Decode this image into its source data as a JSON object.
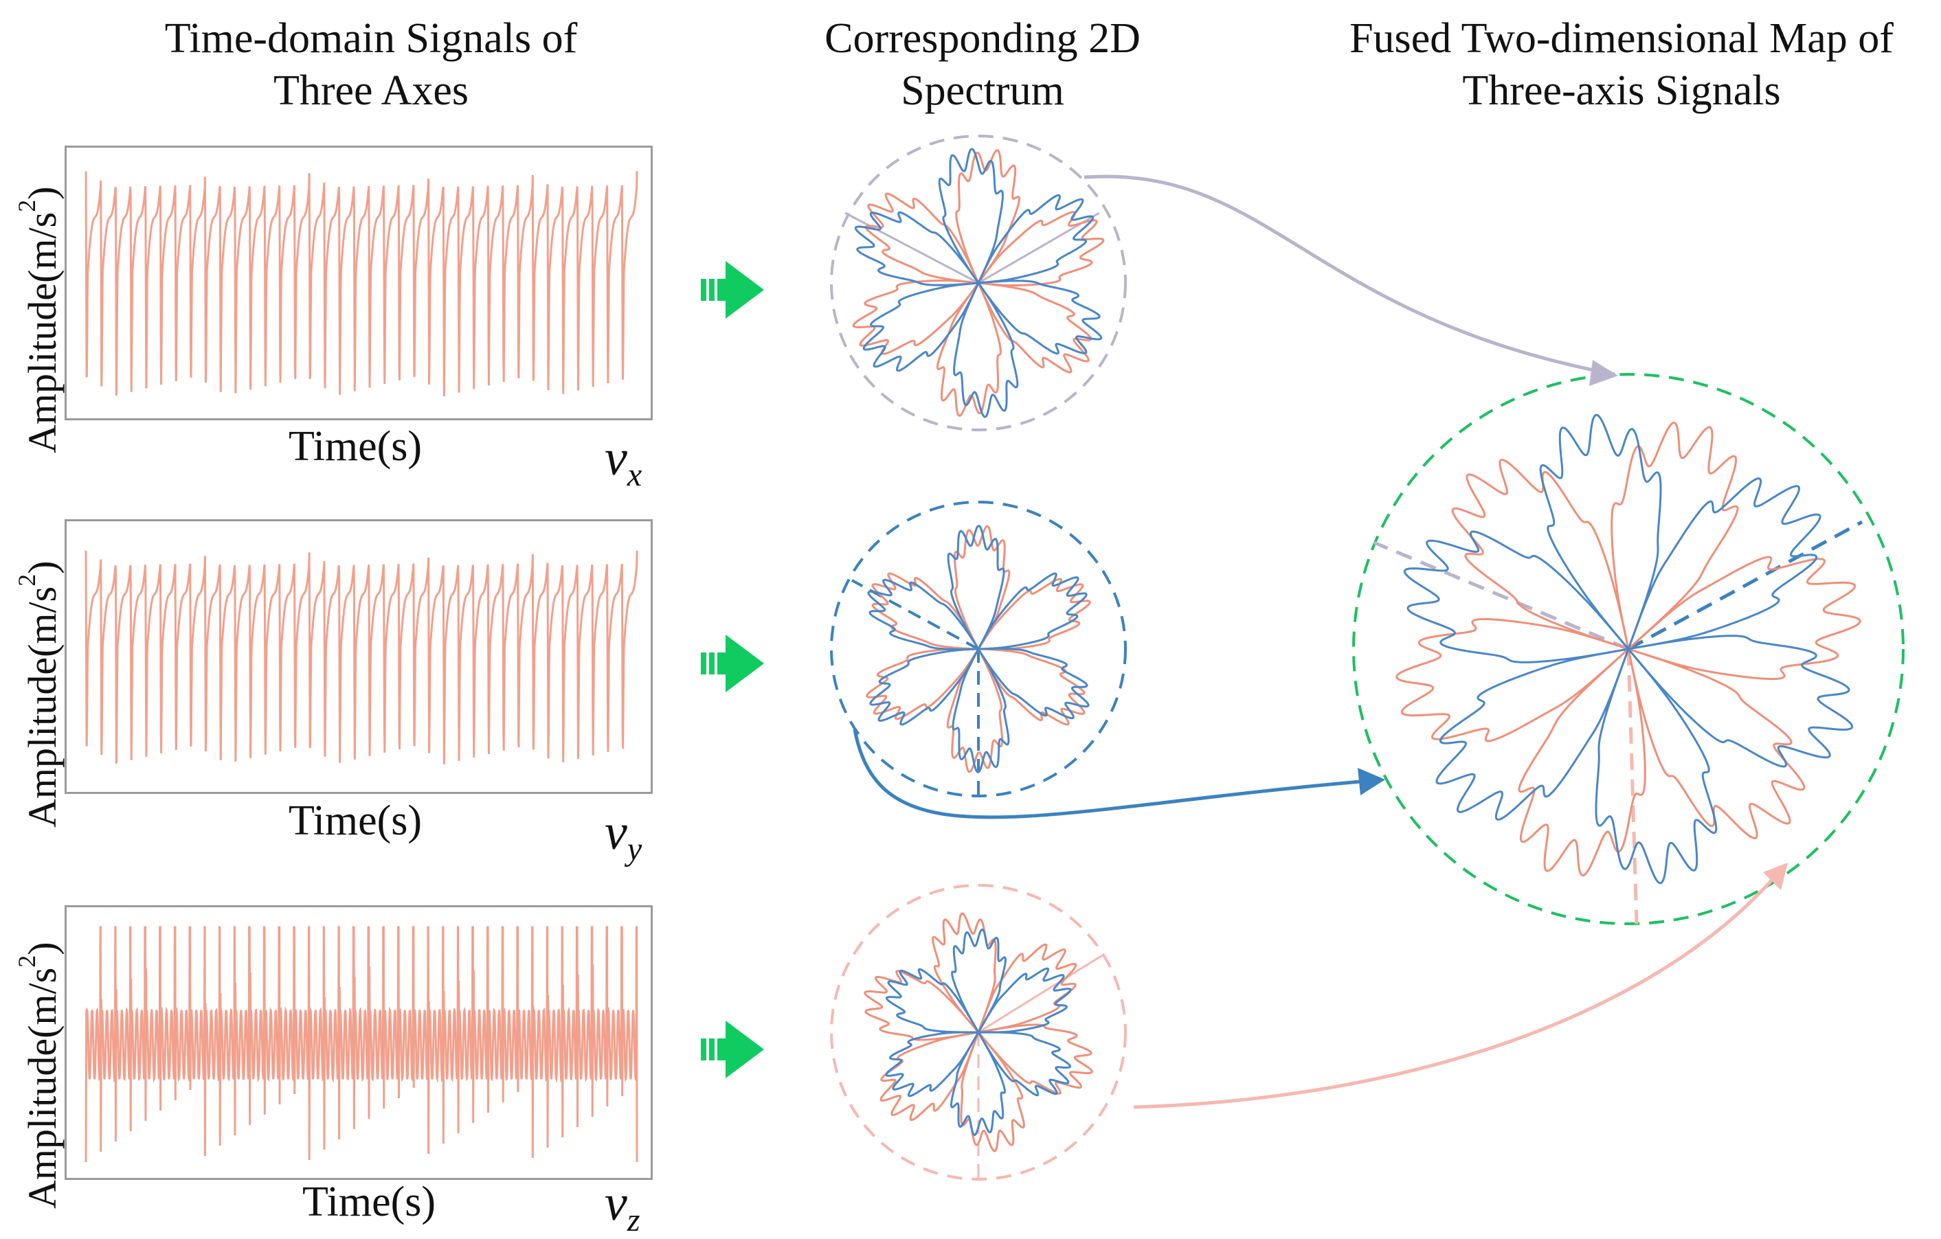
{
  "titles": {
    "col1_line1": "Time-domain Signals of",
    "col1_line2": "Three Axes",
    "col2_line1": "Corresponding 2D",
    "col2_line2": "Spectrum",
    "col3_line1": "Fused Two-dimensional Map of",
    "col3_line2": "Three-axis Signals"
  },
  "panels": [
    {
      "id": "x",
      "ylabel": "Amplitude(m/s",
      "ylabel_sup": "2",
      "ylabel_close": ")",
      "xlabel": "Time(s)",
      "var": "v",
      "var_sub": "x"
    },
    {
      "id": "y",
      "ylabel": "Amplitude(m/s",
      "ylabel_sup": "2",
      "ylabel_close": ")",
      "xlabel": "Time(s)",
      "var": "v",
      "var_sub": "y"
    },
    {
      "id": "z",
      "ylabel": "Amplitude(m/s",
      "ylabel_sup": "2",
      "ylabel_close": ")",
      "xlabel": "Time(s)",
      "var": "v",
      "var_sub": "z"
    }
  ],
  "colors": {
    "signal": "#f2a08c",
    "petal_orange": "#ef8f78",
    "petal_blue": "#4a86c8",
    "circle_x": "#b8b4cc",
    "circle_y": "#3b82c0",
    "circle_z": "#f6b8b0",
    "circle_fused": "#1ec060",
    "arrow_green": "#10cc60",
    "arrow_x": "#b8b4cc",
    "arrow_y": "#3b82c0",
    "arrow_z": "#f6b8b0",
    "frame": "#9a9a9a"
  },
  "icons": {
    "flow_arrow": "green-striped-right-arrow"
  }
}
